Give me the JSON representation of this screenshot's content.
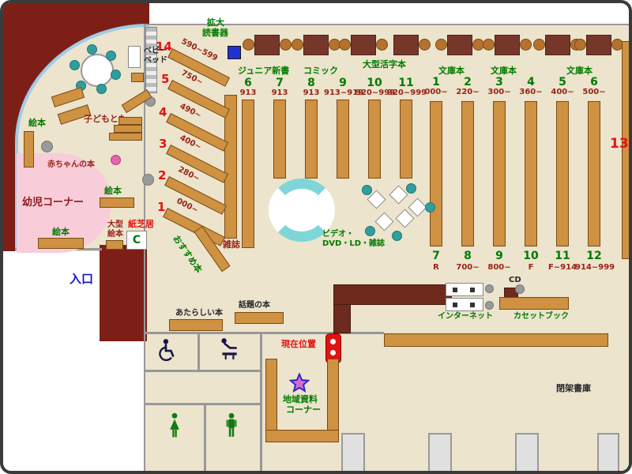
{
  "map": {
    "entrance": "入口",
    "toddler_corner": "幼児コーナー",
    "closed_stacks": "閉架書庫",
    "current_location": "現在位置",
    "local_line1": "地域資料",
    "local_line2": "コーナー",
    "shelf13": "13"
  },
  "top": {
    "magnifier1": "拡大",
    "magnifier2": "読書器",
    "junior": "ジュニア新書",
    "comic": "コミック",
    "large_print": "大型活字本",
    "bunko1": "文庫本",
    "bunko2": "文庫本",
    "bunko3": "文庫本"
  },
  "diagonal": [
    {
      "num": "14",
      "range": "590~599"
    },
    {
      "num": "5",
      "range": "750~"
    },
    {
      "num": "4",
      "range": "490~"
    },
    {
      "num": "3",
      "range": "400~"
    },
    {
      "num": "2",
      "range": "280~"
    },
    {
      "num": "1",
      "range": "000~"
    }
  ],
  "center_cols": [
    {
      "num": "6",
      "cls": "913"
    },
    {
      "num": "7",
      "cls": "913"
    },
    {
      "num": "8",
      "cls": "913"
    },
    {
      "num": "9",
      "cls": "913~919"
    },
    {
      "num": "10",
      "cls": "920~999"
    },
    {
      "num": "11",
      "cls": "920~999"
    }
  ],
  "right_cols": [
    {
      "num": "1",
      "cls": "000~",
      "bnum": "7",
      "bcls": "R"
    },
    {
      "num": "2",
      "cls": "220~",
      "bnum": "8",
      "bcls": "700~"
    },
    {
      "num": "3",
      "cls": "300~",
      "bnum": "9",
      "bcls": "800~"
    },
    {
      "num": "4",
      "cls": "360~",
      "bnum": "10",
      "bcls": "F"
    },
    {
      "num": "5",
      "cls": "400~",
      "bnum": "11",
      "bcls": "F~914"
    },
    {
      "num": "6",
      "cls": "500~",
      "bnum": "12",
      "bcls": "914~999"
    }
  ],
  "kids": {
    "ehon1": "絵本",
    "ehon2": "絵本",
    "ehon3": "絵本",
    "baby_books": "赤ちゃんの本",
    "kodomo_tomo": "子どもとも",
    "babybed1": "ベビー",
    "babybed2": "ベッド",
    "ogata1": "大型",
    "ogata2": "絵本",
    "kamishibai": "紙芝居",
    "kamishibai_mark": "C",
    "osusume": "おすすめ本"
  },
  "mid": {
    "zasshi": "雑誌",
    "video1": "ビデオ・",
    "video2": "DVD・LD・雑誌",
    "atarashii": "あたらしい本",
    "wadai": "話題の本"
  },
  "av": {
    "cd": "CD",
    "internet": "インターネット",
    "cassette": "カセットブック"
  },
  "colors": {
    "floor": "#ece4cc",
    "wall_maroon": "#7e1f17",
    "shelf": "#cf9142",
    "accent_green": "#007a00",
    "number_red": "#e51212",
    "classification_red": "#982318",
    "entrance_blue": "#1717cf",
    "pink_area": "#f9ccd9",
    "cyan_seat": "#7fd6d8"
  },
  "icons": {
    "star_marker": "★",
    "wheelchair": "♿",
    "current_position_marker": "B-pin"
  }
}
